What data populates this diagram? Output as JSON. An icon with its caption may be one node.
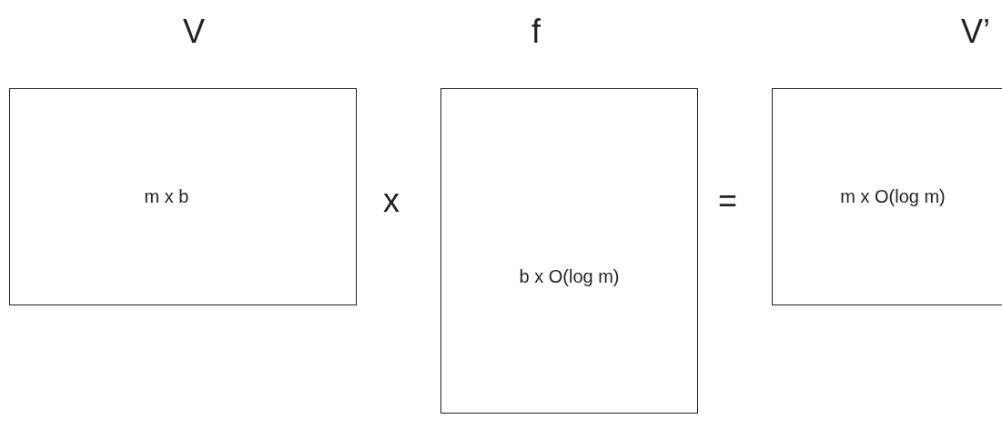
{
  "diagram": {
    "nodes": [
      {
        "text": [
          "V",
          "m x b"
        ]
      },
      {
        "text": [
          "f",
          "b x O(log m)"
        ]
      },
      {
        "text": [
          "V’",
          "m x O(log m)"
        ]
      }
    ],
    "labels": [
      "x",
      "="
    ]
  }
}
